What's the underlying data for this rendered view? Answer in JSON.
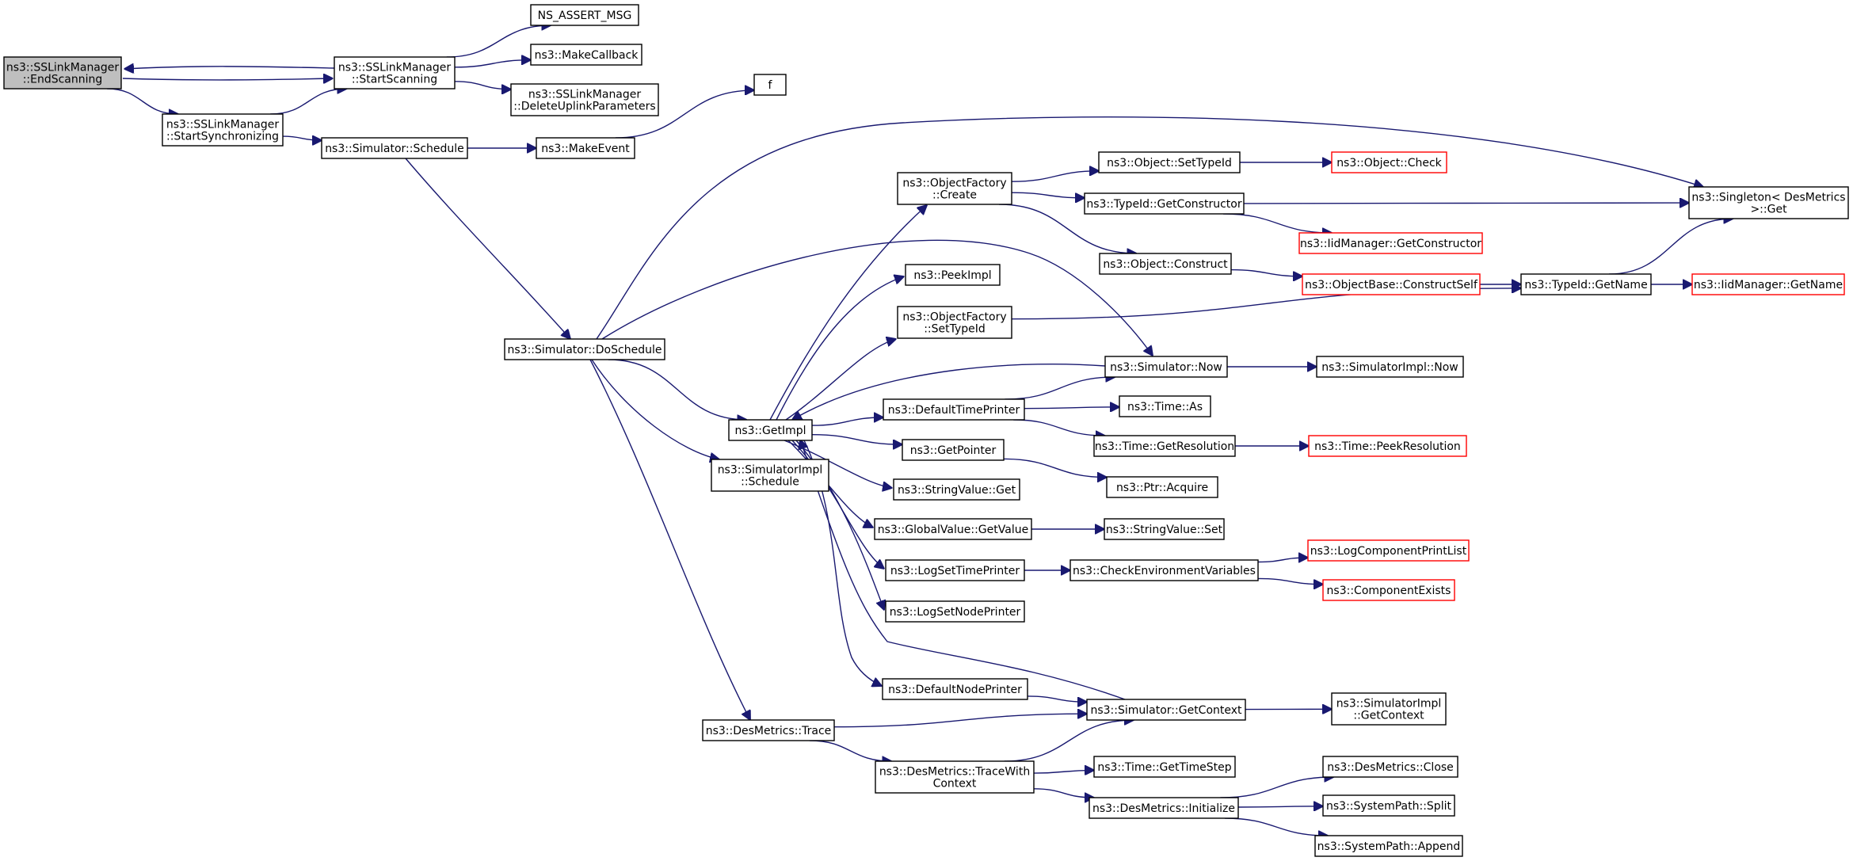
{
  "graph": {
    "nodes": [
      {
        "id": "endscan",
        "lines": [
          "ns3::SSLinkManager",
          "::EndScanning"
        ],
        "style": "root"
      },
      {
        "id": "startscan",
        "lines": [
          "ns3::SSLinkManager",
          "::StartScanning"
        ],
        "style": "normal"
      },
      {
        "id": "assert",
        "lines": [
          "NS_ASSERT_MSG"
        ],
        "style": "normal"
      },
      {
        "id": "makecb",
        "lines": [
          "ns3::MakeCallback"
        ],
        "style": "normal"
      },
      {
        "id": "deluplink",
        "lines": [
          "ns3::SSLinkManager",
          "::DeleteUplinkParameters"
        ],
        "style": "normal"
      },
      {
        "id": "startsync",
        "lines": [
          "ns3::SSLinkManager",
          "::StartSynchronizing"
        ],
        "style": "normal"
      },
      {
        "id": "sched",
        "lines": [
          "ns3::Simulator::Schedule"
        ],
        "style": "normal"
      },
      {
        "id": "makeevent",
        "lines": [
          "ns3::MakeEvent"
        ],
        "style": "normal"
      },
      {
        "id": "f",
        "lines": [
          "f"
        ],
        "style": "normal"
      },
      {
        "id": "singleton",
        "lines": [
          "ns3::Singleton< DesMetrics",
          ">::Get"
        ],
        "style": "normal"
      },
      {
        "id": "ofcreate",
        "lines": [
          "ns3::ObjectFactory",
          "::Create"
        ],
        "style": "normal"
      },
      {
        "id": "objsettypeid",
        "lines": [
          "ns3::Object::SetTypeId"
        ],
        "style": "normal"
      },
      {
        "id": "objcheck",
        "lines": [
          "ns3::Object::Check"
        ],
        "style": "trunc"
      },
      {
        "id": "typeidgetctor",
        "lines": [
          "ns3::TypeId::GetConstructor"
        ],
        "style": "normal"
      },
      {
        "id": "iidgetctor",
        "lines": [
          "ns3::IidManager::GetConstructor"
        ],
        "style": "trunc"
      },
      {
        "id": "objconstruct",
        "lines": [
          "ns3::Object::Construct"
        ],
        "style": "normal"
      },
      {
        "id": "objbaseconstruct",
        "lines": [
          "ns3::ObjectBase::ConstructSelf"
        ],
        "style": "trunc"
      },
      {
        "id": "typeidgetname",
        "lines": [
          "ns3::TypeId::GetName"
        ],
        "style": "normal"
      },
      {
        "id": "iidgetname",
        "lines": [
          "ns3::IidManager::GetName"
        ],
        "style": "trunc"
      },
      {
        "id": "peekimpl",
        "lines": [
          "ns3::PeekImpl"
        ],
        "style": "normal"
      },
      {
        "id": "ofsettypeid",
        "lines": [
          "ns3::ObjectFactory",
          "::SetTypeId"
        ],
        "style": "normal"
      },
      {
        "id": "doschedule",
        "lines": [
          "ns3::Simulator::DoSchedule"
        ],
        "style": "normal"
      },
      {
        "id": "simnow",
        "lines": [
          "ns3::Simulator::Now"
        ],
        "style": "normal"
      },
      {
        "id": "simimplnow",
        "lines": [
          "ns3::SimulatorImpl::Now"
        ],
        "style": "normal"
      },
      {
        "id": "getimpl",
        "lines": [
          "ns3::GetImpl"
        ],
        "style": "normal"
      },
      {
        "id": "deftimeprinter",
        "lines": [
          "ns3::DefaultTimePrinter"
        ],
        "style": "normal"
      },
      {
        "id": "timeas",
        "lines": [
          "ns3::Time::As"
        ],
        "style": "normal"
      },
      {
        "id": "timegetres",
        "lines": [
          "ns3::Time::GetResolution"
        ],
        "style": "normal"
      },
      {
        "id": "timepeekres",
        "lines": [
          "ns3::Time::PeekResolution"
        ],
        "style": "trunc"
      },
      {
        "id": "getpointer",
        "lines": [
          "ns3::GetPointer"
        ],
        "style": "normal"
      },
      {
        "id": "ptracquire",
        "lines": [
          "ns3::Ptr::Acquire"
        ],
        "style": "normal"
      },
      {
        "id": "simimplsched",
        "lines": [
          "ns3::SimulatorImpl",
          "::Schedule"
        ],
        "style": "normal"
      },
      {
        "id": "strvalget",
        "lines": [
          "ns3::StringValue::Get"
        ],
        "style": "normal"
      },
      {
        "id": "gvgetvalue",
        "lines": [
          "ns3::GlobalValue::GetValue"
        ],
        "style": "normal"
      },
      {
        "id": "strvalset",
        "lines": [
          "ns3::StringValue::Set"
        ],
        "style": "normal"
      },
      {
        "id": "logsettime",
        "lines": [
          "ns3::LogSetTimePrinter"
        ],
        "style": "normal"
      },
      {
        "id": "checkenv",
        "lines": [
          "ns3::CheckEnvironmentVariables"
        ],
        "style": "normal"
      },
      {
        "id": "logcompprint",
        "lines": [
          "ns3::LogComponentPrintList"
        ],
        "style": "trunc"
      },
      {
        "id": "compexists",
        "lines": [
          "ns3::ComponentExists"
        ],
        "style": "trunc"
      },
      {
        "id": "logsetnode",
        "lines": [
          "ns3::LogSetNodePrinter"
        ],
        "style": "normal"
      },
      {
        "id": "defnodeprinter",
        "lines": [
          "ns3::DefaultNodePrinter"
        ],
        "style": "normal"
      },
      {
        "id": "simgetctx",
        "lines": [
          "ns3::Simulator::GetContext"
        ],
        "style": "normal"
      },
      {
        "id": "simimplgetctx",
        "lines": [
          "ns3::SimulatorImpl",
          "::GetContext"
        ],
        "style": "normal"
      },
      {
        "id": "dmtrace",
        "lines": [
          "ns3::DesMetrics::Trace"
        ],
        "style": "normal"
      },
      {
        "id": "dmtracectx",
        "lines": [
          "ns3::DesMetrics::TraceWith",
          "Context"
        ],
        "style": "normal"
      },
      {
        "id": "timegetstep",
        "lines": [
          "ns3::Time::GetTimeStep"
        ],
        "style": "normal"
      },
      {
        "id": "dmclose",
        "lines": [
          "ns3::DesMetrics::Close"
        ],
        "style": "normal"
      },
      {
        "id": "dminit",
        "lines": [
          "ns3::DesMetrics::Initialize"
        ],
        "style": "normal"
      },
      {
        "id": "spsplit",
        "lines": [
          "ns3::SystemPath::Split"
        ],
        "style": "normal"
      },
      {
        "id": "spappend",
        "lines": [
          "ns3::SystemPath::Append"
        ],
        "style": "normal"
      }
    ],
    "edges": [
      [
        "endscan",
        "startscan"
      ],
      [
        "startscan",
        "endscan"
      ],
      [
        "endscan",
        "startsync"
      ],
      [
        "startsync",
        "startscan"
      ],
      [
        "startscan",
        "assert"
      ],
      [
        "startscan",
        "makecb"
      ],
      [
        "startscan",
        "deluplink"
      ],
      [
        "startsync",
        "sched"
      ],
      [
        "sched",
        "makeevent"
      ],
      [
        "makeevent",
        "f"
      ],
      [
        "sched",
        "doschedule"
      ],
      [
        "doschedule",
        "singleton"
      ],
      [
        "doschedule",
        "simnow"
      ],
      [
        "doschedule",
        "getimpl"
      ],
      [
        "doschedule",
        "simimplsched"
      ],
      [
        "doschedule",
        "dmtrace"
      ],
      [
        "getimpl",
        "ofcreate"
      ],
      [
        "getimpl",
        "peekimpl"
      ],
      [
        "getimpl",
        "ofsettypeid"
      ],
      [
        "getimpl",
        "deftimeprinter"
      ],
      [
        "getimpl",
        "getpointer"
      ],
      [
        "getimpl",
        "strvalget"
      ],
      [
        "getimpl",
        "gvgetvalue"
      ],
      [
        "getimpl",
        "logsettime"
      ],
      [
        "getimpl",
        "logsetnode"
      ],
      [
        "getimpl",
        "defnodeprinter"
      ],
      [
        "simnow",
        "getimpl"
      ],
      [
        "simgetctx",
        "getimpl"
      ],
      [
        "ofcreate",
        "objsettypeid"
      ],
      [
        "ofcreate",
        "typeidgetctor"
      ],
      [
        "ofcreate",
        "objconstruct"
      ],
      [
        "objsettypeid",
        "objcheck"
      ],
      [
        "typeidgetctor",
        "singleton"
      ],
      [
        "typeidgetctor",
        "iidgetctor"
      ],
      [
        "objconstruct",
        "objbaseconstruct"
      ],
      [
        "objbaseconstruct",
        "typeidgetname"
      ],
      [
        "typeidgetname",
        "singleton"
      ],
      [
        "typeidgetname",
        "iidgetname"
      ],
      [
        "ofsettypeid",
        "typeidgetname"
      ],
      [
        "simnow",
        "simimplnow"
      ],
      [
        "deftimeprinter",
        "simnow"
      ],
      [
        "deftimeprinter",
        "timeas"
      ],
      [
        "deftimeprinter",
        "timegetres"
      ],
      [
        "timegetres",
        "timepeekres"
      ],
      [
        "getpointer",
        "ptracquire"
      ],
      [
        "gvgetvalue",
        "strvalset"
      ],
      [
        "logsettime",
        "checkenv"
      ],
      [
        "checkenv",
        "logcompprint"
      ],
      [
        "checkenv",
        "compexists"
      ],
      [
        "defnodeprinter",
        "simgetctx"
      ],
      [
        "simgetctx",
        "simimplgetctx"
      ],
      [
        "dmtrace",
        "simgetctx"
      ],
      [
        "dmtrace",
        "dmtracectx"
      ],
      [
        "dmtracectx",
        "simgetctx"
      ],
      [
        "dmtracectx",
        "timegetstep"
      ],
      [
        "dmtracectx",
        "dminit"
      ],
      [
        "dminit",
        "dmclose"
      ],
      [
        "dminit",
        "spsplit"
      ],
      [
        "dminit",
        "spappend"
      ]
    ]
  }
}
